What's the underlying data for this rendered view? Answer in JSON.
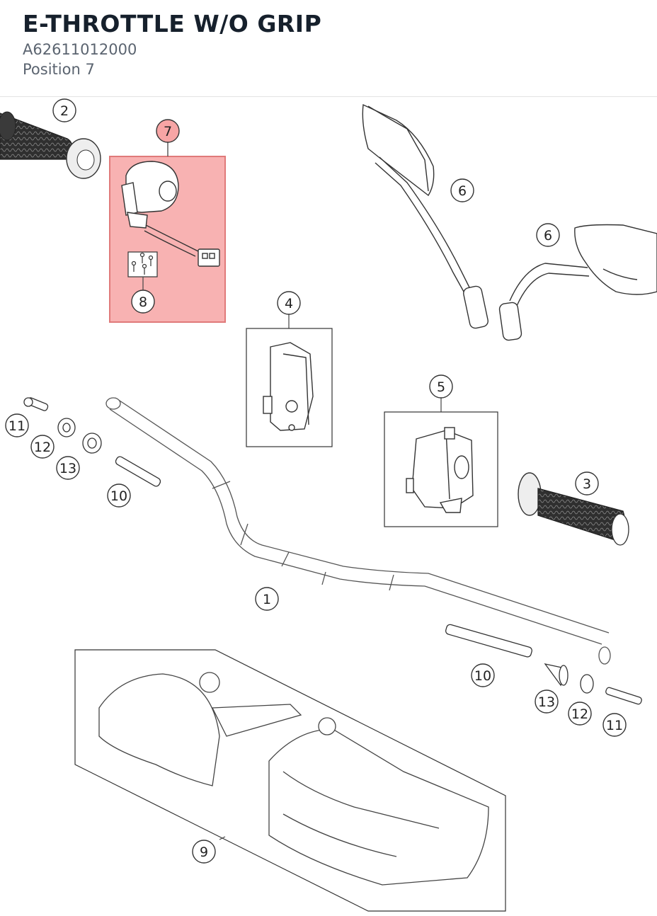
{
  "header": {
    "title": "E-THROTTLE W/O GRIP",
    "part_number": "A62611012000",
    "position_label": "Position 7"
  },
  "colors": {
    "title": "#16202c",
    "subtitle": "#5b6470",
    "highlight_fill": "#f7a5a5",
    "highlight_stroke": "#e07a7a",
    "line": "#444444"
  },
  "callouts": [
    {
      "id": "c2",
      "label": "2"
    },
    {
      "id": "c7",
      "label": "7"
    },
    {
      "id": "c8",
      "label": "8"
    },
    {
      "id": "c6a",
      "label": "6"
    },
    {
      "id": "c6b",
      "label": "6"
    },
    {
      "id": "c4",
      "label": "4"
    },
    {
      "id": "c5",
      "label": "5"
    },
    {
      "id": "c11a",
      "label": "11"
    },
    {
      "id": "c12a",
      "label": "12"
    },
    {
      "id": "c13a",
      "label": "13"
    },
    {
      "id": "c10a",
      "label": "10"
    },
    {
      "id": "c3",
      "label": "3"
    },
    {
      "id": "c1",
      "label": "1"
    },
    {
      "id": "c10b",
      "label": "10"
    },
    {
      "id": "c13b",
      "label": "13"
    },
    {
      "id": "c12b",
      "label": "12"
    },
    {
      "id": "c11b",
      "label": "11"
    },
    {
      "id": "c9",
      "label": "9"
    }
  ]
}
